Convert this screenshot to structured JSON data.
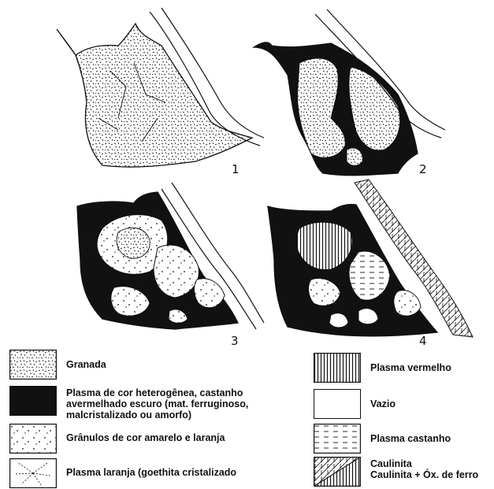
{
  "panels": [
    {
      "number": "1"
    },
    {
      "number": "2"
    },
    {
      "number": "3"
    },
    {
      "number": "4"
    }
  ],
  "legend": {
    "granada": "Granada",
    "plasma_heterogeneo": "Plasma de cor heterogênea, castanho\navermelhado escuro (mat. ferruginoso,\nmalcristalizado ou amorfo)",
    "granulos": "Grânulos de cor amarelo e laranja",
    "plasma_laranja": "Plasma laranja (goethita cristalizado",
    "plasma_vermelho": "Plasma vermelho",
    "vazio": "Vazio",
    "plasma_castanho": "Plasma castanho",
    "caulinita": "Caulinita",
    "caulinita_ox": "Caulinita + Óx. de ferro"
  },
  "colors": {
    "ink": "#111111",
    "paper": "#ffffff"
  }
}
